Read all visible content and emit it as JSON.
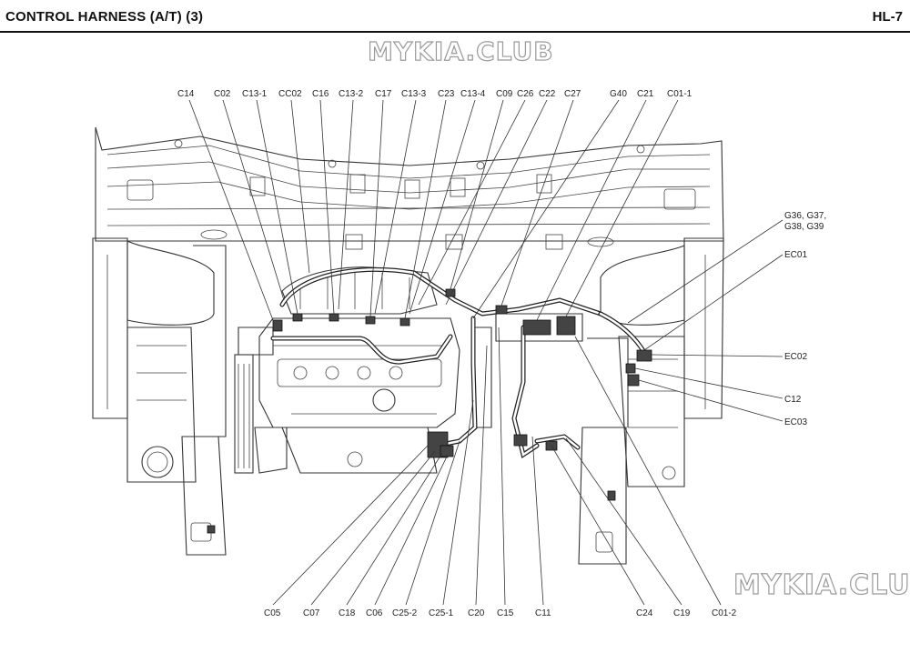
{
  "header": {
    "title": "CONTROL HARNESS (A/T) (3)",
    "code": "HL-7"
  },
  "watermarks": {
    "top": "MYKIA.CLUB",
    "bottom": "MYKIA.CLUB"
  },
  "top_labels": [
    "C14",
    "C02",
    "C13-1",
    "CC02",
    "C16",
    "C13-2",
    "C17",
    "C13-3",
    "C23",
    "C13-4",
    "C09",
    "C26",
    "C22",
    "C27",
    "G40",
    "C21",
    "C01-1"
  ],
  "right_labels": {
    "g_group_line1": "G36, G37,",
    "g_group_line2": "G38, G39",
    "ec01": "EC01",
    "ec02": "EC02",
    "c12": "C12",
    "ec03": "EC03"
  },
  "bottom_labels": [
    "C05",
    "C07",
    "C18",
    "C06",
    "C25-2",
    "C25-1",
    "C20",
    "C15",
    "C11",
    "C24",
    "C19",
    "C01-2"
  ]
}
